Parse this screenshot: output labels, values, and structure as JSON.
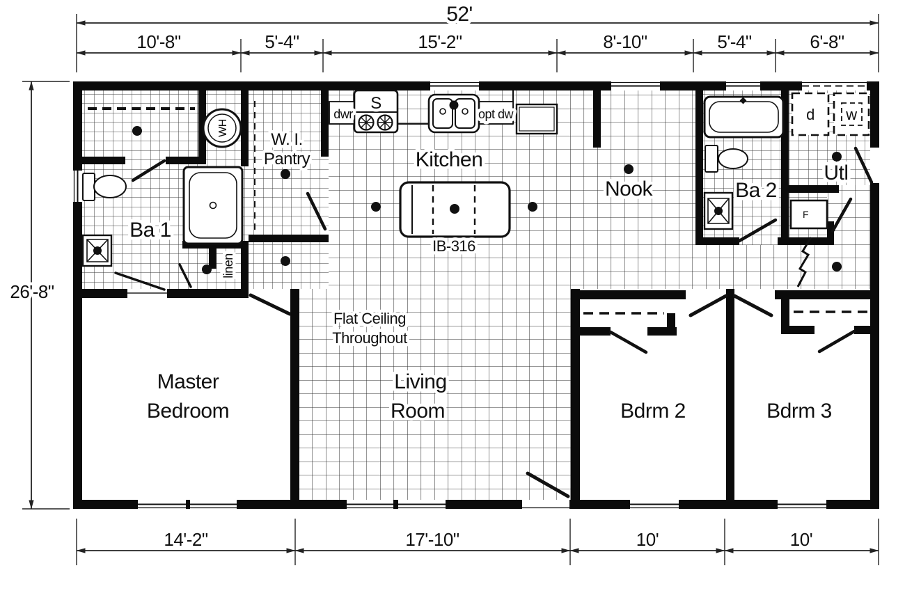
{
  "plan": {
    "dims": {
      "overall_width": "52'",
      "overall_depth": "26'-8\"",
      "top": [
        "10'-8\"",
        "5'-4\"",
        "15'-2\"",
        "8'-10\"",
        "5'-4\"",
        "6'-8\""
      ],
      "bottom": [
        "14'-2\"",
        "17'-10\"",
        "10'",
        "10'"
      ]
    },
    "rooms": {
      "master1": "Master",
      "master2": "Bedroom",
      "living1": "Living",
      "living2": "Room",
      "kitchen": "Kitchen",
      "nook": "Nook",
      "bdrm2": "Bdrm 2",
      "bdrm3": "Bdrm 3",
      "ba1": "Ba 1",
      "ba2": "Ba 2",
      "utl": "Utl",
      "pantry1": "W. I.",
      "pantry2": "Pantry"
    },
    "notes": {
      "ceiling1": "Flat Ceiling",
      "ceiling2": "Throughout",
      "island": "IB-316"
    },
    "fixtures": {
      "wh": "WH",
      "stove": "S",
      "dwr": "dwr",
      "optdw": "opt dw",
      "linen": "linen",
      "dryer": "d",
      "washer": "w",
      "furnace": "F"
    }
  }
}
